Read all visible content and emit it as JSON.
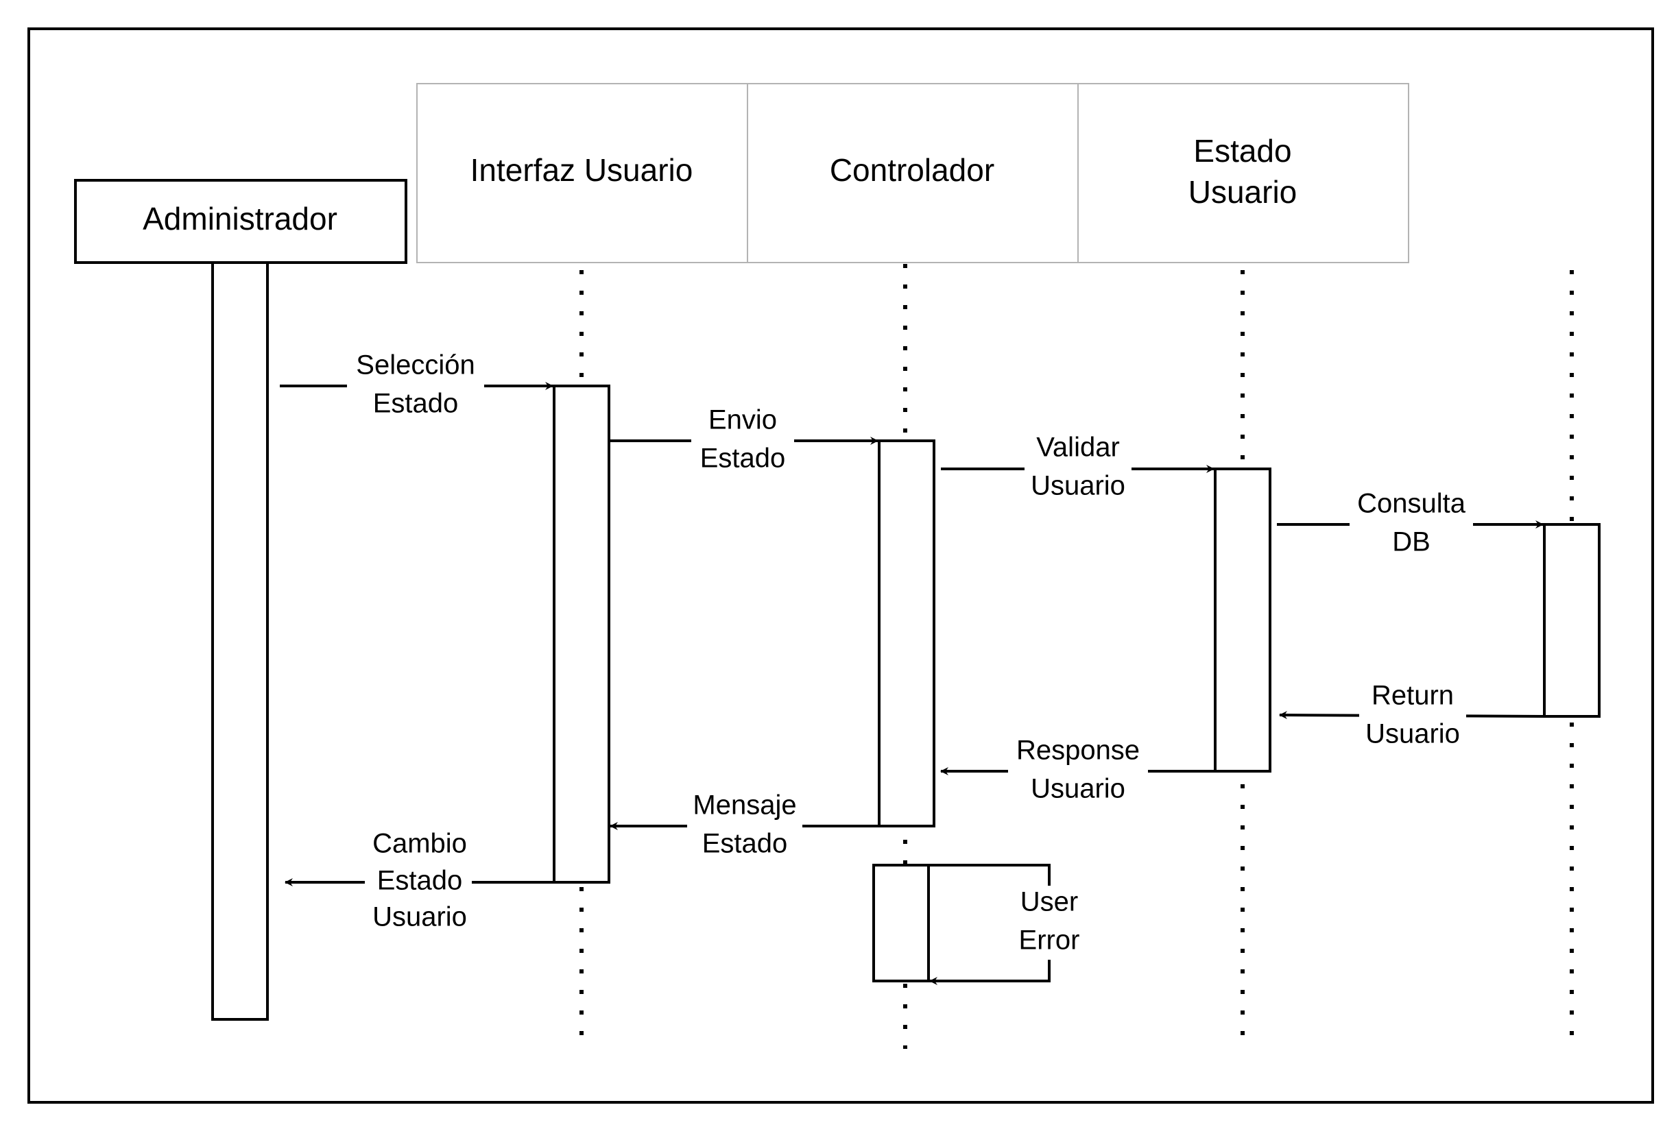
{
  "participants": {
    "administrador": "Administrador",
    "interfaz_usuario": "Interfaz Usuario",
    "controlador": "Controlador",
    "estado_usuario": [
      "Estado",
      "Usuario"
    ]
  },
  "messages": {
    "seleccion_estado": [
      "Selección",
      "Estado"
    ],
    "envio_estado": [
      "Envio",
      "Estado"
    ],
    "validar_usuario": [
      "Validar",
      "Usuario"
    ],
    "consulta_db": [
      "Consulta",
      "DB"
    ],
    "return_usuario": [
      "Return",
      "Usuario"
    ],
    "response_usuario": [
      "Response",
      "Usuario"
    ],
    "mensaje_estado": [
      "Mensaje",
      "Estado"
    ],
    "cambio_estado_usuario": [
      "Cambio",
      "Estado",
      "Usuario"
    ],
    "user_error": [
      "User",
      "Error"
    ]
  },
  "colors": {
    "line": "#000000",
    "header_border": "#b3b3b3",
    "background": "#ffffff"
  }
}
